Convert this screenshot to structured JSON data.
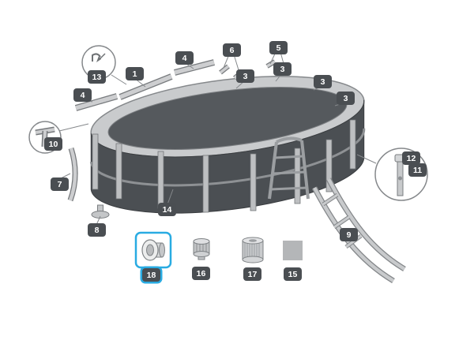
{
  "window": {
    "background": "#ffffff",
    "description": "Exploded spare-parts diagram of an oval frame swimming pool with numbered callouts"
  },
  "diagram": {
    "type": "exploded-parts-diagram",
    "highlighted_part": "18",
    "colors": {
      "badge_bg": "#4a4e52",
      "badge_text": "#ffffff",
      "highlight": "#29abe2",
      "pool_wall": "#4b4f53",
      "rail_light": "#c6c8ca",
      "outline": "#85888b",
      "patch_gray": "#b4b6b8"
    },
    "badges": [
      {
        "label": "13"
      },
      {
        "label": "1"
      },
      {
        "label": "4"
      },
      {
        "label": "4"
      },
      {
        "label": "6"
      },
      {
        "label": "5"
      },
      {
        "label": "3"
      },
      {
        "label": "3"
      },
      {
        "label": "3"
      },
      {
        "label": "3"
      },
      {
        "label": "10"
      },
      {
        "label": "7"
      },
      {
        "label": "8"
      },
      {
        "label": "14"
      },
      {
        "label": "9"
      },
      {
        "label": "12"
      },
      {
        "label": "11"
      },
      {
        "label": "18"
      },
      {
        "label": "16"
      },
      {
        "label": "17"
      },
      {
        "label": "15"
      }
    ],
    "part_icons": [
      {
        "badge": "18",
        "icon": "inlet-strainer-icon",
        "highlighted": true
      },
      {
        "badge": "16",
        "icon": "valve-cap-icon",
        "highlighted": false
      },
      {
        "badge": "17",
        "icon": "filter-cartridge-icon",
        "highlighted": false
      },
      {
        "badge": "15",
        "icon": "repair-patch-icon",
        "highlighted": false
      }
    ],
    "callouts": [
      {
        "name": "detail-circle-top-left"
      },
      {
        "name": "detail-circle-left"
      },
      {
        "name": "detail-circle-right"
      }
    ]
  }
}
